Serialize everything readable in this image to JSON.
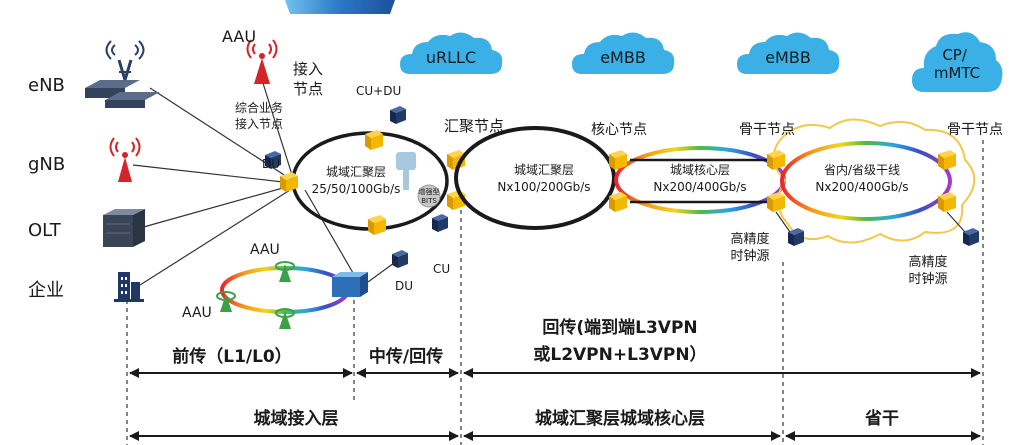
{
  "left_devices": {
    "enb": "eNB",
    "gnb": "gNB",
    "olt": "OLT",
    "enterprise": "企业"
  },
  "access": {
    "aau_top": "AAU",
    "access_node_l1": "接入",
    "access_node_l2": "节点",
    "multi_service_l1": "综合业务",
    "multi_service_l2": "接入节点",
    "du_left": "DU",
    "cu_du": "CU+DU",
    "du_bottom": "DU",
    "cu": "CU",
    "aau_ring_top": "AAU",
    "aau_ring_left": "AAU",
    "bits_l1": "增强型",
    "bits_l2": "BITS"
  },
  "clouds": [
    "uRLLC",
    "eMBB",
    "eMBB",
    "CP/\nmMTC"
  ],
  "nodes": {
    "aggregation": "汇聚节点",
    "core": "核心节点",
    "backbone1": "骨干节点",
    "backbone2": "骨干节点"
  },
  "rings": {
    "metro_access_l1": "城域汇聚层",
    "metro_access_l2": "25/50/100Gb/s",
    "metro_agg_l1": "城域汇聚层",
    "metro_agg_l2": "Nx100/200Gb/s",
    "metro_core_l1": "城域核心层",
    "metro_core_l2": "Nx200/400Gb/s",
    "provincial_l1": "省内/省级干线",
    "provincial_l2": "Nx200/400Gb/s"
  },
  "clocks": {
    "clock1_l1": "高精度",
    "clock1_l2": "时钟源",
    "clock2_l1": "高精度",
    "clock2_l2": "时钟源"
  },
  "segments": {
    "fronthaul": "前传（L1/L0）",
    "midhaul": "中传/回传",
    "backhaul_l1": "回传(端到端L3VPN",
    "backhaul_l2": "或L2VPN+L3VPN）"
  },
  "layers": {
    "metro_access": "城域接入层",
    "metro_agg_core": "城域汇聚层城域核心层",
    "provincial": "省干"
  },
  "colors": {
    "node_yellow": "#f5b800",
    "cloud_blue": "#3ab0e6",
    "device_navy": "#223a66",
    "antenna_red": "#d4242a",
    "antenna_green": "#3aa14a"
  }
}
